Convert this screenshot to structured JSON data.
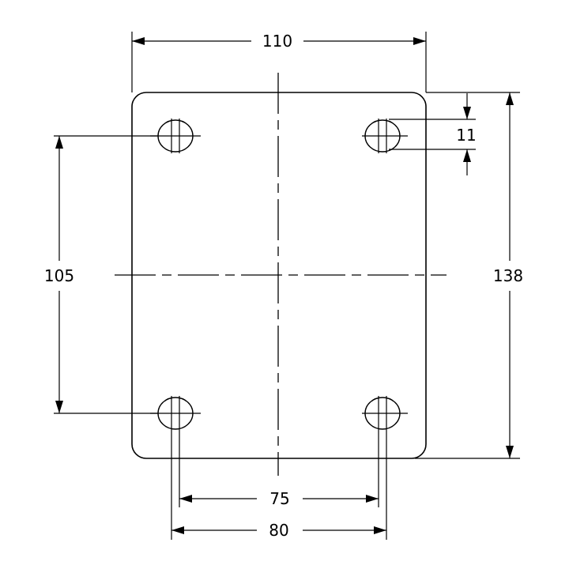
{
  "drawing": {
    "dimensions": {
      "plate_width": "110",
      "plate_height": "138",
      "hole_spacing_vertical": "105",
      "hole_slot_width": "11",
      "hole_spacing_inner": "75",
      "hole_spacing_outer": "80"
    },
    "line_color": "#000000",
    "background_color": "#ffffff"
  }
}
